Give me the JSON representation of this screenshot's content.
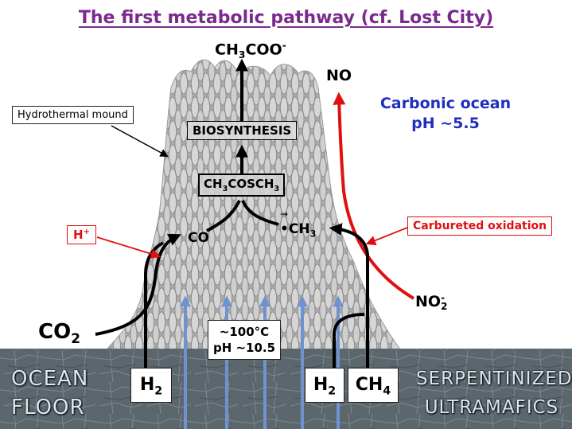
{
  "title": "The first metabolic pathway (cf. Lost City)",
  "labels": {
    "acetate_base": "CH",
    "acetate_sub": "3",
    "acetate_mid": "COO",
    "acetate_sup": "-",
    "no": "NO",
    "carbonic_line1": "Carbonic ocean",
    "carbonic_line2": "pH ~5.5",
    "hydrothermal_mound": "Hydrothermal mound",
    "biosynthesis": "BIOSYNTHESIS",
    "thioester_a": "CH",
    "thioester_sub": "3",
    "thioester_b": "COSCH",
    "thioester_sub2": "3",
    "h_plus_base": "H",
    "h_plus_sup": "+",
    "co": "CO",
    "methyl_base": "•CH",
    "methyl_sub": "3",
    "methyl_arrow": "→",
    "carbureted": "Carbureted oxidation",
    "nitrite_base": "NO",
    "nitrite_sup": "-",
    "nitrite_sub": "2",
    "co2_base": "CO",
    "co2_sub": "2",
    "temp": "~100°C",
    "ph_vent": "pH ~10.5",
    "h2_left_base": "H",
    "h2_left_sub": "2",
    "h2_right_base": "H",
    "h2_right_sub": "2",
    "ch4_base": "CH",
    "ch4_sub": "4",
    "ocean": "OCEAN",
    "floor": "FLOOR",
    "serpentinized": "SERPENTINIZED",
    "ultramafics": "ULTRAMAFICS"
  },
  "colors": {
    "title": "#7a2a8c",
    "carbonic": "#1f2fbf",
    "red": "#e01010",
    "blue_arrow": "#6f93cf",
    "floor": "#5f6a70",
    "mound": "#b4b4b4"
  }
}
